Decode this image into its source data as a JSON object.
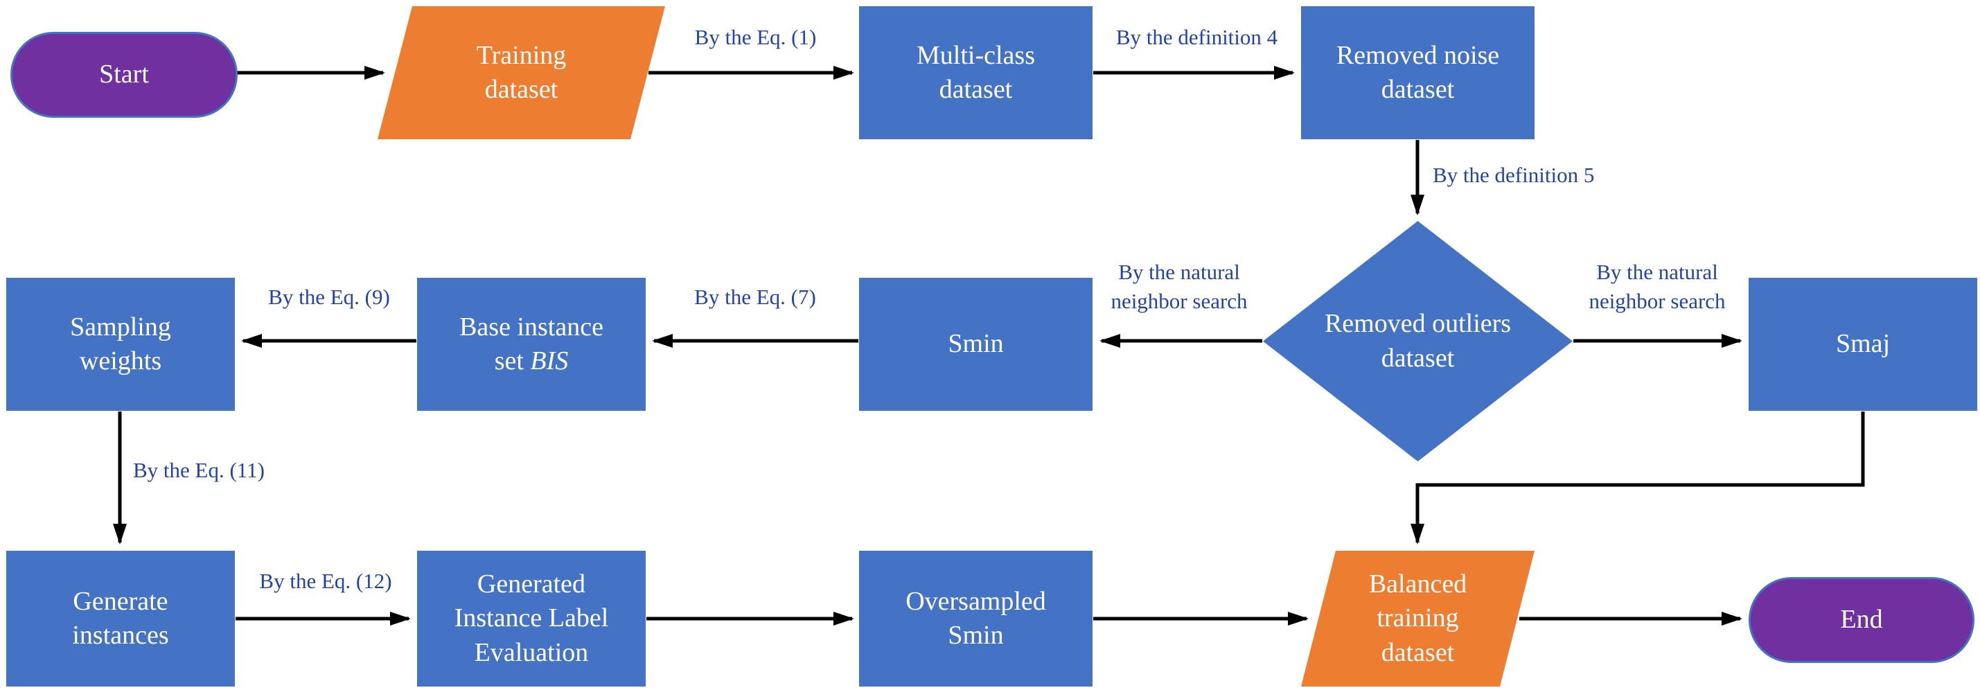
{
  "colors": {
    "node_blue": "#4472C4",
    "node_orange": "#ED7D31",
    "node_purple": "#7030A0",
    "stadium_border": "#4472C4",
    "node_text": "#FFFFFF",
    "edge_label": "#2442A8",
    "arrow": "#000000"
  },
  "nodes": {
    "start": "Start",
    "training": "Training\ndataset",
    "multiclass": "Multi-class\ndataset",
    "removed_noise": "Removed noise\ndataset",
    "removed_outliers": "Removed outliers\ndataset",
    "smin": "Smin",
    "bis_text": "Base instance\nset",
    "bis_italic": "BIS",
    "sampling": "Sampling\nweights",
    "smaj": "Smaj",
    "generate": "Generate\ninstances",
    "gile": "Generated\nInstance Label\nEvaluation",
    "oversampled": "Oversampled\nSmin",
    "balanced": "Balanced\ntraining\ndataset",
    "end": "End"
  },
  "edge_labels": {
    "eq1": "By the Eq. (1)",
    "def4": "By the definition 4",
    "def5": "By the definition 5",
    "nns_left": "By the natural\nneighbor search",
    "nns_right": "By the natural\nneighbor search",
    "eq7": "By the Eq. (7)",
    "eq9": "By the Eq. (9)",
    "eq11": "By the Eq. (11)",
    "eq12": "By the Eq. (12)"
  }
}
